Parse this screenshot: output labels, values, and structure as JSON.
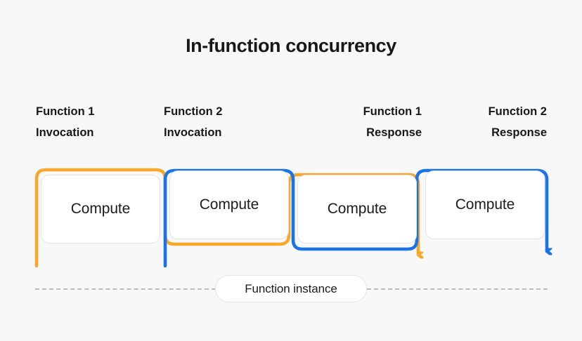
{
  "title": "In-function concurrency",
  "colors": {
    "background": "#f8f8f8",
    "orange": "#f7a828",
    "blue": "#1a73e8",
    "box_border": "#e2e3e5",
    "box_fill": "#ffffff",
    "text": "#17181a",
    "dashed": "#b9bbbe"
  },
  "labels": [
    {
      "line1": "Function 1",
      "line2": "Invocation",
      "align": "left"
    },
    {
      "line1": "Function 2",
      "line2": "Invocation",
      "align": "left"
    },
    {
      "line1": "Function 1",
      "line2": "Response",
      "align": "right"
    },
    {
      "line1": "Function 2",
      "line2": "Response",
      "align": "right"
    }
  ],
  "boxes": [
    {
      "label": "Compute"
    },
    {
      "label": "Compute"
    },
    {
      "label": "Compute"
    },
    {
      "label": "Compute"
    }
  ],
  "instance": {
    "label": "Function instance"
  },
  "flows": [
    {
      "name": "function-1",
      "color": "#f7a828",
      "description": "Orange bracket: enters at left of box 1, spans over box 1 top, down between box 1 and 2, under box 2 bottom, up between box 2 and 3, over box 3 top, then exits downward with arrow"
    },
    {
      "name": "function-2",
      "color": "#1a73e8",
      "description": "Blue bracket: enters between box 1 and 2, over box 2 top, down between box 2 and 3, under box 3 bottom, up between box 3 and 4, over box 4 top, then exits downward with arrow"
    }
  ]
}
